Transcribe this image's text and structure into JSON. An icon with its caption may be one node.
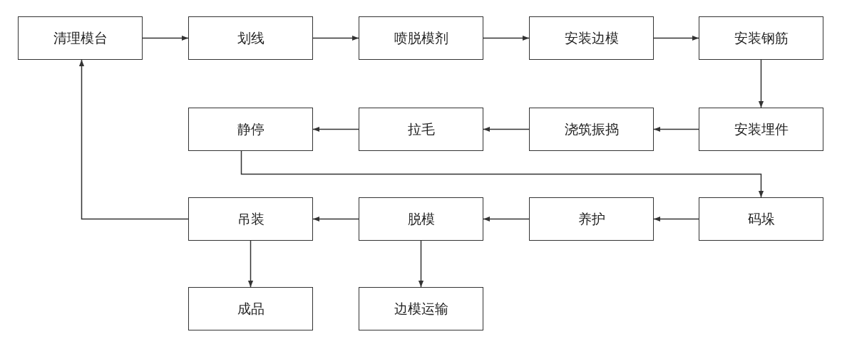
{
  "diagram": {
    "nodes": [
      {
        "text": [
          "清理模台"
        ]
      },
      {
        "text": [
          "划线"
        ]
      },
      {
        "text": [
          "喷脱模剂"
        ]
      },
      {
        "text": [
          "安装边模"
        ]
      },
      {
        "text": [
          "安装钢筋"
        ]
      },
      {
        "text": [
          "安装埋件"
        ]
      },
      {
        "text": [
          "浇筑振捣"
        ]
      },
      {
        "text": [
          "拉毛"
        ]
      },
      {
        "text": [
          "静停"
        ]
      },
      {
        "text": [
          "码垛"
        ]
      },
      {
        "text": [
          "养护"
        ]
      },
      {
        "text": [
          "脱模"
        ]
      },
      {
        "text": [
          "吊装"
        ]
      },
      {
        "text": [
          "成品"
        ]
      },
      {
        "text": [
          "边模运输"
        ]
      }
    ],
    "edges": [
      {
        "from": 0,
        "to": 1,
        "arrow": "to"
      },
      {
        "from": 1,
        "to": 2,
        "arrow": "to"
      },
      {
        "from": 2,
        "to": 3,
        "arrow": "to"
      },
      {
        "from": 3,
        "to": 4,
        "arrow": "to"
      },
      {
        "from": 4,
        "to": 5,
        "arrow": "to"
      },
      {
        "from": 5,
        "to": 6,
        "arrow": "to"
      },
      {
        "from": 6,
        "to": 7,
        "arrow": "to"
      },
      {
        "from": 7,
        "to": 8,
        "arrow": "to"
      },
      {
        "from": 8,
        "to": 9,
        "arrow": "to"
      },
      {
        "from": 9,
        "to": 10,
        "arrow": "to"
      },
      {
        "from": 10,
        "to": 11,
        "arrow": "to"
      },
      {
        "from": 11,
        "to": 12,
        "arrow": "to"
      },
      {
        "from": 12,
        "to": 0,
        "arrow": "to"
      },
      {
        "from": 12,
        "to": 13,
        "arrow": "to"
      },
      {
        "from": 11,
        "to": 14,
        "arrow": "to"
      }
    ]
  }
}
